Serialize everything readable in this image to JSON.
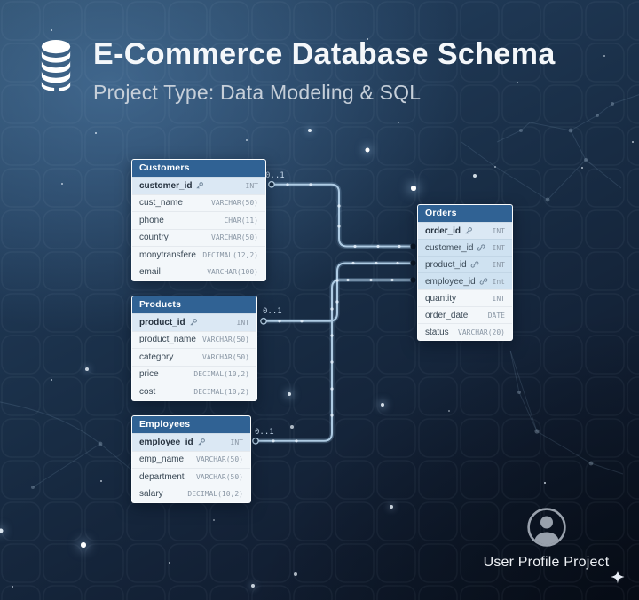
{
  "header": {
    "title": "E-Commerce Database Schema",
    "subtitle": "Project Type: Data Modeling & SQL",
    "icon": "database-icon"
  },
  "tables": {
    "customers": {
      "title": "Customers",
      "fields": [
        {
          "name": "customer_id",
          "type": "INT",
          "key": "pk"
        },
        {
          "name": "cust_name",
          "type": "VARCHAR(50)"
        },
        {
          "name": "phone",
          "type": "CHAR(11)"
        },
        {
          "name": "country",
          "type": "VARCHAR(50)"
        },
        {
          "name": "monytransfere",
          "type": "DECIMAL(12,2)"
        },
        {
          "name": "email",
          "type": "VARCHAR(100)"
        }
      ]
    },
    "products": {
      "title": "Products",
      "fields": [
        {
          "name": "product_id",
          "type": "INT",
          "key": "pk"
        },
        {
          "name": "product_name",
          "type": "VARCHAR(50)"
        },
        {
          "name": "category",
          "type": "VARCHAR(50)"
        },
        {
          "name": "price",
          "type": "DECIMAL(10,2)"
        },
        {
          "name": "cost",
          "type": "DECIMAL(10,2)"
        }
      ]
    },
    "employees": {
      "title": "Employees",
      "fields": [
        {
          "name": "employee_id",
          "type": "INT",
          "key": "pk"
        },
        {
          "name": "emp_name",
          "type": "VARCHAR(50)"
        },
        {
          "name": "department",
          "type": "VARCHAR(50)"
        },
        {
          "name": "salary",
          "type": "DECIMAL(10,2)"
        }
      ]
    },
    "orders": {
      "title": "Orders",
      "fields": [
        {
          "name": "order_id",
          "type": "INT",
          "key": "pk"
        },
        {
          "name": "customer_id",
          "type": "INT",
          "key": "fk"
        },
        {
          "name": "product_id",
          "type": "INT",
          "key": "fk"
        },
        {
          "name": "employee_id",
          "type": "Int",
          "key": "fk"
        },
        {
          "name": "quantity",
          "type": "INT"
        },
        {
          "name": "order_date",
          "type": "DATE"
        },
        {
          "name": "status",
          "type": "VARCHAR(20)"
        }
      ]
    }
  },
  "relationships": [
    {
      "from": "Customers.customer_id",
      "to": "Orders.customer_id",
      "label": "0..1"
    },
    {
      "from": "Products.product_id",
      "to": "Orders.product_id",
      "label": "0..1"
    },
    {
      "from": "Employees.employee_id",
      "to": "Orders.employee_id",
      "label": "0..1"
    }
  ],
  "footer": {
    "profile_label": "User Profile Project",
    "profile_icon": "user-avatar-icon",
    "sparkle_icon": "sparkle-icon"
  },
  "colors": {
    "table_header": "#306294",
    "pk_row": "#dbe8f4",
    "fk_row": "#cfe2f1",
    "row": "#f3f7fa",
    "relation_line": "#aecbe3",
    "background_dark": "#0c1524",
    "background_light": "#2e5379"
  }
}
